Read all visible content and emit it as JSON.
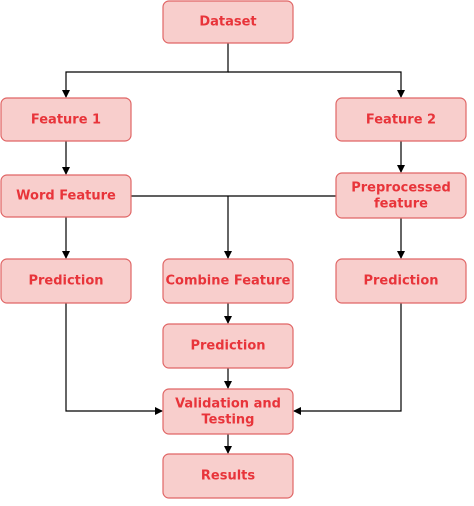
{
  "diagram": {
    "nodes": {
      "dataset": "Dataset",
      "feature1": "Feature 1",
      "feature2": "Feature 2",
      "word_feature": "Word Feature",
      "preprocessed": [
        "Preprocessed",
        "feature"
      ],
      "prediction_left": "Prediction",
      "combine": "Combine Feature",
      "prediction_right": "Prediction",
      "prediction_center": "Prediction",
      "validation": [
        "Validation and",
        "Testing"
      ],
      "results": "Results"
    },
    "edges": [
      [
        "dataset",
        "feature1"
      ],
      [
        "dataset",
        "feature2"
      ],
      [
        "feature1",
        "word_feature"
      ],
      [
        "feature2",
        "preprocessed"
      ],
      [
        "word_feature",
        "prediction_left"
      ],
      [
        "word_feature",
        "combine"
      ],
      [
        "preprocessed",
        "combine"
      ],
      [
        "preprocessed",
        "prediction_right"
      ],
      [
        "combine",
        "prediction_center"
      ],
      [
        "prediction_center",
        "validation"
      ],
      [
        "prediction_left",
        "validation"
      ],
      [
        "prediction_right",
        "validation"
      ],
      [
        "validation",
        "results"
      ]
    ],
    "colors": {
      "node_fill": "#f8cecc",
      "node_stroke": "#e06666",
      "text": "#e8343a",
      "edge": "#000000"
    }
  }
}
